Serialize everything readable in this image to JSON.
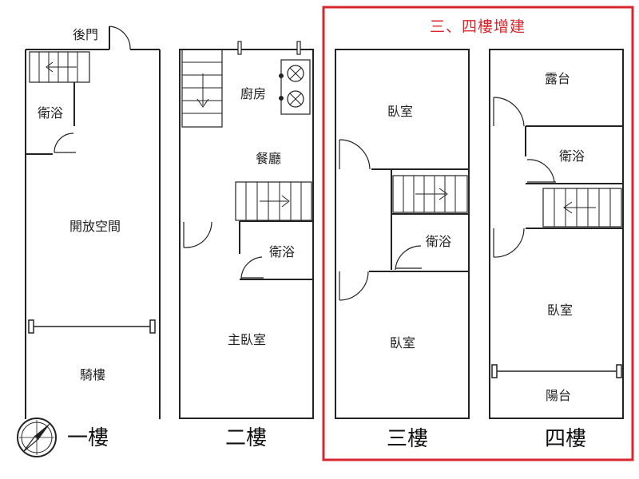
{
  "colors": {
    "wall": "#222222",
    "highlight": "#d9262c",
    "fill": "#ffffff"
  },
  "highlight_note": "三、四樓增建",
  "floors": [
    {
      "label": "一樓",
      "rooms": [
        "後門",
        "衛浴",
        "開放空間",
        "騎樓"
      ]
    },
    {
      "label": "二樓",
      "rooms": [
        "廚房",
        "餐廳",
        "衛浴",
        "主臥室"
      ]
    },
    {
      "label": "三樓",
      "rooms": [
        "臥室",
        "衛浴",
        "臥室"
      ]
    },
    {
      "label": "四樓",
      "rooms": [
        "露台",
        "衛浴",
        "臥室",
        "陽台"
      ]
    }
  ],
  "icons": [
    "compass-icon"
  ]
}
